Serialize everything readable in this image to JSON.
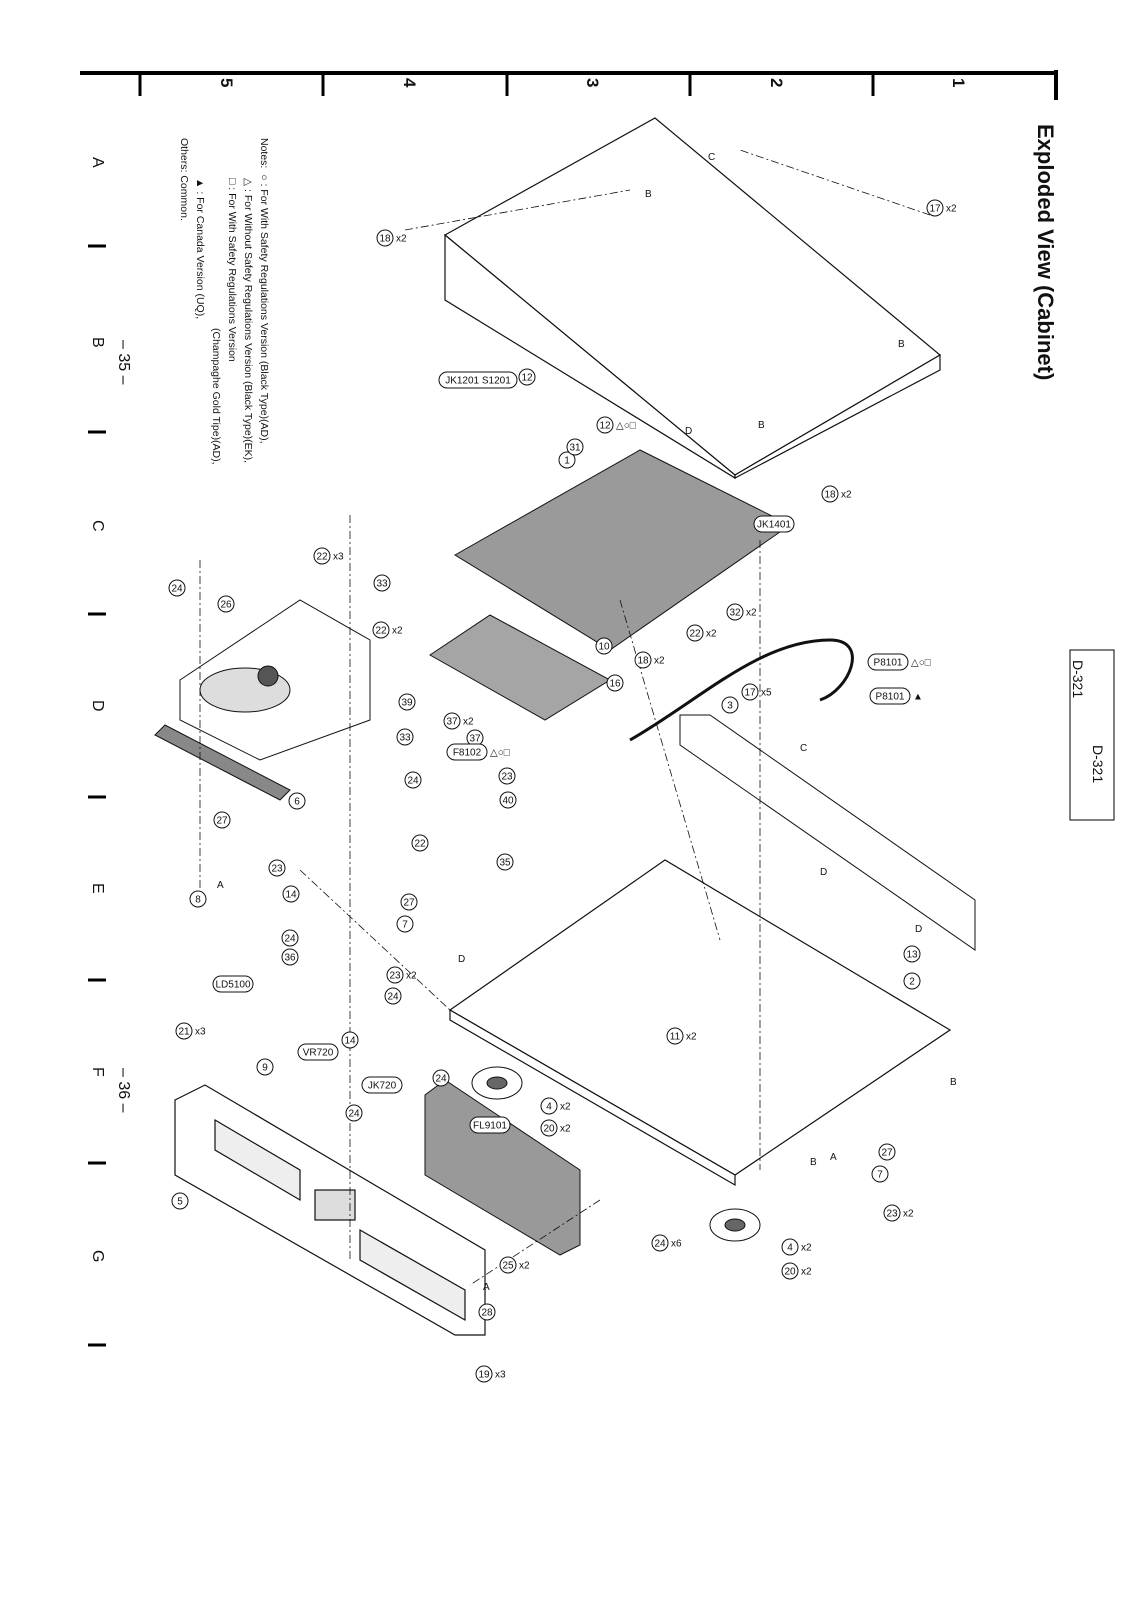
{
  "title": "Exploded View (Cabinet)",
  "model_tabs": [
    "D-321",
    "D-321"
  ],
  "page_numbers": [
    "– 35 –",
    "– 36 –"
  ],
  "grid_columns": [
    "5",
    "4",
    "3",
    "2",
    "1"
  ],
  "grid_rows": [
    "A",
    "B",
    "C",
    "D",
    "E",
    "F",
    "G"
  ],
  "notes": {
    "heading": "Notes:",
    "items": [
      {
        "symbol": "○",
        "text": ": For With Safety Regulations Version (Black Type)(AD),"
      },
      {
        "symbol": "△",
        "text": ": For Without Safety Regulations Version (Black Type)(EK),"
      },
      {
        "symbol": "□",
        "text": ": For With Safety Regulations Version"
      },
      {
        "symbol": "",
        "text": "(Champaghe Gold Tipe)(AD),"
      },
      {
        "symbol": "▲",
        "text": ": For Canada Version (UQ),"
      }
    ],
    "others": "Others: Common."
  },
  "callouts": [
    {
      "part": "17",
      "qty": "x2"
    },
    {
      "part": "18",
      "qty": "x2"
    },
    {
      "part": "1",
      "qty": ""
    },
    {
      "part": "12",
      "qty": ""
    },
    {
      "part": "JK1201 S1201",
      "qty": ""
    },
    {
      "part": "12",
      "qty": "△○□"
    },
    {
      "part": "31",
      "qty": ""
    },
    {
      "part": "JK1401",
      "qty": ""
    },
    {
      "part": "18",
      "qty": "x2"
    },
    {
      "part": "22",
      "qty": "x3"
    },
    {
      "part": "33",
      "qty": ""
    },
    {
      "part": "24",
      "qty": ""
    },
    {
      "part": "26",
      "qty": ""
    },
    {
      "part": "22",
      "qty": "x2"
    },
    {
      "part": "10",
      "qty": ""
    },
    {
      "part": "32",
      "qty": "x2"
    },
    {
      "part": "22",
      "qty": "x2"
    },
    {
      "part": "P8101",
      "qty": "△○□"
    },
    {
      "part": "P8101",
      "qty": "▲"
    },
    {
      "part": "18",
      "qty": "x2"
    },
    {
      "part": "16",
      "qty": ""
    },
    {
      "part": "17",
      "qty": "x5"
    },
    {
      "part": "3",
      "qty": ""
    },
    {
      "part": "39",
      "qty": ""
    },
    {
      "part": "37",
      "qty": "x2"
    },
    {
      "part": "37",
      "qty": ""
    },
    {
      "part": "33",
      "qty": ""
    },
    {
      "part": "F8102",
      "qty": "△○□"
    },
    {
      "part": "24",
      "qty": ""
    },
    {
      "part": "6",
      "qty": ""
    },
    {
      "part": "23",
      "qty": ""
    },
    {
      "part": "40",
      "qty": ""
    },
    {
      "part": "27",
      "qty": ""
    },
    {
      "part": "22",
      "qty": ""
    },
    {
      "part": "35",
      "qty": ""
    },
    {
      "part": "23",
      "qty": ""
    },
    {
      "part": "14",
      "qty": ""
    },
    {
      "part": "8",
      "qty": ""
    },
    {
      "part": "27",
      "qty": ""
    },
    {
      "part": "7",
      "qty": ""
    },
    {
      "part": "24",
      "qty": ""
    },
    {
      "part": "36",
      "qty": ""
    },
    {
      "part": "23",
      "qty": "x2"
    },
    {
      "part": "13",
      "qty": ""
    },
    {
      "part": "2",
      "qty": ""
    },
    {
      "part": "24",
      "qty": ""
    },
    {
      "part": "LD5100",
      "qty": ""
    },
    {
      "part": "21",
      "qty": "x3"
    },
    {
      "part": "14",
      "qty": ""
    },
    {
      "part": "VR720",
      "qty": ""
    },
    {
      "part": "11",
      "qty": "x2"
    },
    {
      "part": "9",
      "qty": ""
    },
    {
      "part": "JK720",
      "qty": ""
    },
    {
      "part": "24",
      "qty": ""
    },
    {
      "part": "4",
      "qty": "x2"
    },
    {
      "part": "24",
      "qty": ""
    },
    {
      "part": "FL9101",
      "qty": ""
    },
    {
      "part": "20",
      "qty": "x2"
    },
    {
      "part": "27",
      "qty": ""
    },
    {
      "part": "7",
      "qty": ""
    },
    {
      "part": "5",
      "qty": ""
    },
    {
      "part": "23",
      "qty": "x2"
    },
    {
      "part": "24",
      "qty": "x6"
    },
    {
      "part": "4",
      "qty": "x2"
    },
    {
      "part": "25",
      "qty": "x2"
    },
    {
      "part": "20",
      "qty": "x2"
    },
    {
      "part": "28",
      "qty": ""
    },
    {
      "part": "19",
      "qty": "x3"
    }
  ],
  "ref_letters": [
    "B",
    "C",
    "B",
    "B",
    "D",
    "D",
    "C",
    "D",
    "D",
    "A",
    "A",
    "B",
    "B",
    "A"
  ]
}
